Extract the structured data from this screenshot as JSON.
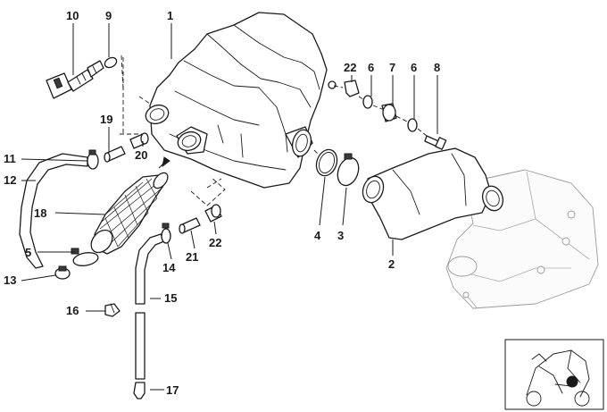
{
  "callouts": [
    {
      "key": "p10",
      "text": "10",
      "pos": "top-left",
      "part": "sensor with connector"
    },
    {
      "key": "p9",
      "text": "9",
      "pos": "top-left",
      "part": "o-ring"
    },
    {
      "key": "p1",
      "text": "1",
      "pos": "top-center",
      "part": "silencer housing"
    },
    {
      "key": "p22a",
      "text": "22",
      "pos": "top-right",
      "part": "grommet"
    },
    {
      "key": "p6a",
      "text": "6",
      "pos": "top-right",
      "part": "washer"
    },
    {
      "key": "p7",
      "text": "7",
      "pos": "top-right",
      "part": "rubber mount"
    },
    {
      "key": "p6b",
      "text": "6",
      "pos": "top-right",
      "part": "washer"
    },
    {
      "key": "p8",
      "text": "8",
      "pos": "top-right",
      "part": "bolt"
    },
    {
      "key": "p19",
      "text": "19",
      "pos": "left",
      "part": "hose connector"
    },
    {
      "key": "p20",
      "text": "20",
      "pos": "left",
      "part": "nipple"
    },
    {
      "key": "p11",
      "text": "11",
      "pos": "left",
      "part": "hose clamp"
    },
    {
      "key": "p12",
      "text": "12",
      "pos": "left",
      "part": "hose"
    },
    {
      "key": "p18",
      "text": "18",
      "pos": "left",
      "part": "intake snorkel"
    },
    {
      "key": "p5",
      "text": "5",
      "pos": "left",
      "part": "hose clamp"
    },
    {
      "key": "p13",
      "text": "13",
      "pos": "left",
      "part": "hose clamp"
    },
    {
      "key": "p16",
      "text": "16",
      "pos": "bottom-left",
      "part": "cap"
    },
    {
      "key": "p15",
      "text": "15",
      "pos": "bottom-center",
      "part": "drain hose"
    },
    {
      "key": "p17",
      "text": "17",
      "pos": "bottom-center",
      "part": "plug"
    },
    {
      "key": "p14",
      "text": "14",
      "pos": "center",
      "part": "hose clamp"
    },
    {
      "key": "p21",
      "text": "21",
      "pos": "center",
      "part": "hose connector"
    },
    {
      "key": "p22b",
      "text": "22",
      "pos": "center",
      "part": "grommet"
    },
    {
      "key": "p4",
      "text": "4",
      "pos": "center",
      "part": "seal ring"
    },
    {
      "key": "p3",
      "text": "3",
      "pos": "center",
      "part": "hose clamp"
    },
    {
      "key": "p2",
      "text": "2",
      "pos": "center-right",
      "part": "intake connection pipe"
    }
  ],
  "inset": {
    "label": "vehicle locator",
    "highlight_color": "#1a1a1a"
  }
}
